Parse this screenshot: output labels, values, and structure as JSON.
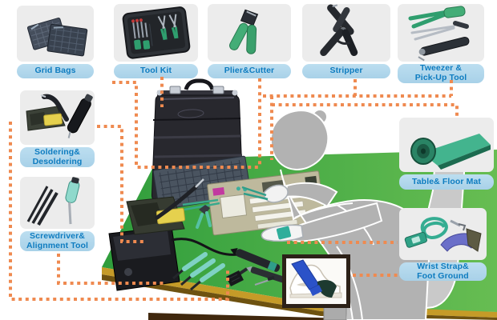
{
  "colors": {
    "callout_line": "#ef8a50",
    "label_text": "#0e7cc0",
    "label_pill_blue": "#b5d8ea",
    "desk_green": "#3fa33f",
    "desk_wood_gold": "#c59b28"
  },
  "cards": [
    {
      "id": "grid-bags",
      "label": "Grid Bags"
    },
    {
      "id": "tool-kit",
      "label": "Tool Kit"
    },
    {
      "id": "plier-cutter",
      "label": "Plier&Cutter"
    },
    {
      "id": "stripper",
      "label": "Stripper"
    },
    {
      "id": "tweezer-pickup",
      "label": "Tweezer &\nPick-Up Tool"
    },
    {
      "id": "soldering",
      "label": "Soldering&\nDesoldering"
    },
    {
      "id": "screwdriver",
      "label": "Screwdriver&\nAlignment Tool"
    },
    {
      "id": "table-floor-mat",
      "label": "Table& Floor Mat"
    },
    {
      "id": "wrist-strap",
      "label": "Wrist Strap&\nFoot Ground"
    }
  ],
  "scene": {
    "items": [
      "tool-case",
      "perfboard-pcb",
      "motherboard-pcb",
      "soldering-station",
      "iron-stand-with-sponge",
      "screwdrivers",
      "pliers",
      "tweezers",
      "esd-pens-and-brush",
      "technician-silhouette",
      "office-chair",
      "green-workbench",
      "wrist-strap-on-wrist",
      "foot-ground-inset-photo"
    ]
  }
}
